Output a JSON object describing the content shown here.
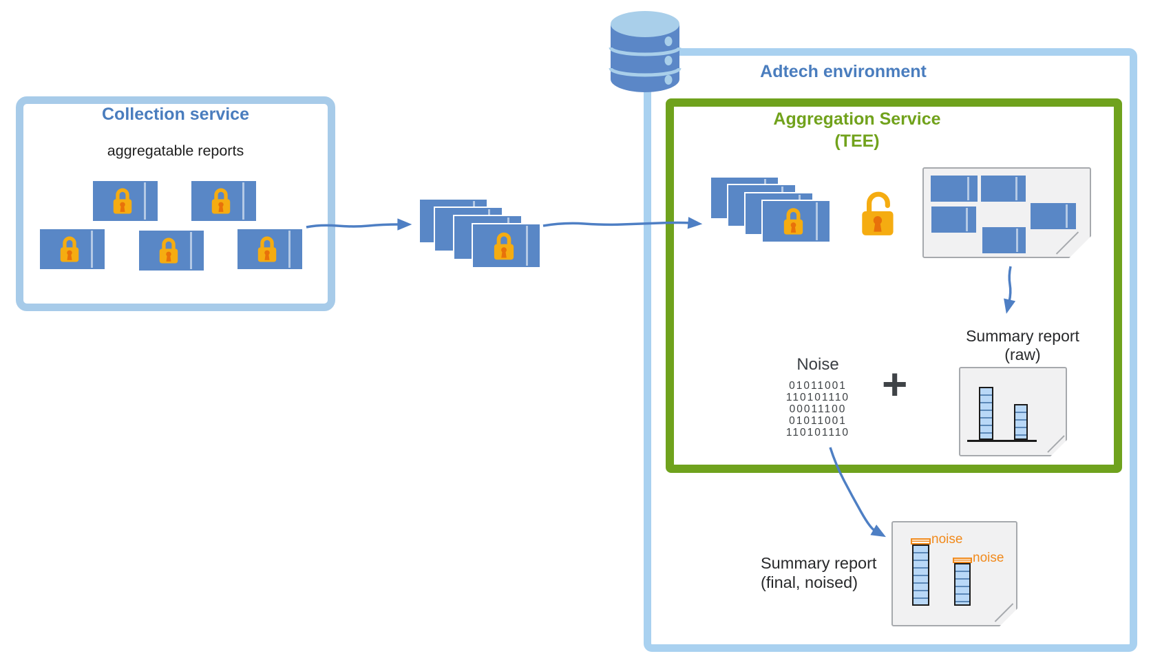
{
  "collection": {
    "title": "Collection service",
    "subtitle": "aggregatable reports"
  },
  "adtech": {
    "title": "Adtech environment"
  },
  "aggregation": {
    "title": "Aggregation Service",
    "subtitle": "(TEE)"
  },
  "noise": {
    "label": "Noise",
    "binary_lines": [
      "01011001",
      "110101110",
      "00011100",
      "01011001",
      "110101110"
    ],
    "plus": "+"
  },
  "raw_report": {
    "label_line1": "Summary report",
    "label_line2": "(raw)"
  },
  "final_report": {
    "label_line1": "Summary report",
    "label_line2": "(final, noised)",
    "noise_tag_1": "noise",
    "noise_tag_2": "noise"
  },
  "colors": {
    "report_blue": "#5987C6",
    "light_blue_border": "#A9D1F0",
    "collection_border": "#A7CBE9",
    "tee_green": "#6FA21D",
    "blue_text": "#4A7DBE",
    "green_text": "#71A21C",
    "lock_orange": "#F5AC11",
    "keyhole_orange": "#E8710A",
    "noise_orange": "#F18A1C",
    "arrow_blue": "#4E7FC4",
    "document_grey": "#F1F1F2",
    "bar_fill_blue": "#B9D8F7"
  }
}
